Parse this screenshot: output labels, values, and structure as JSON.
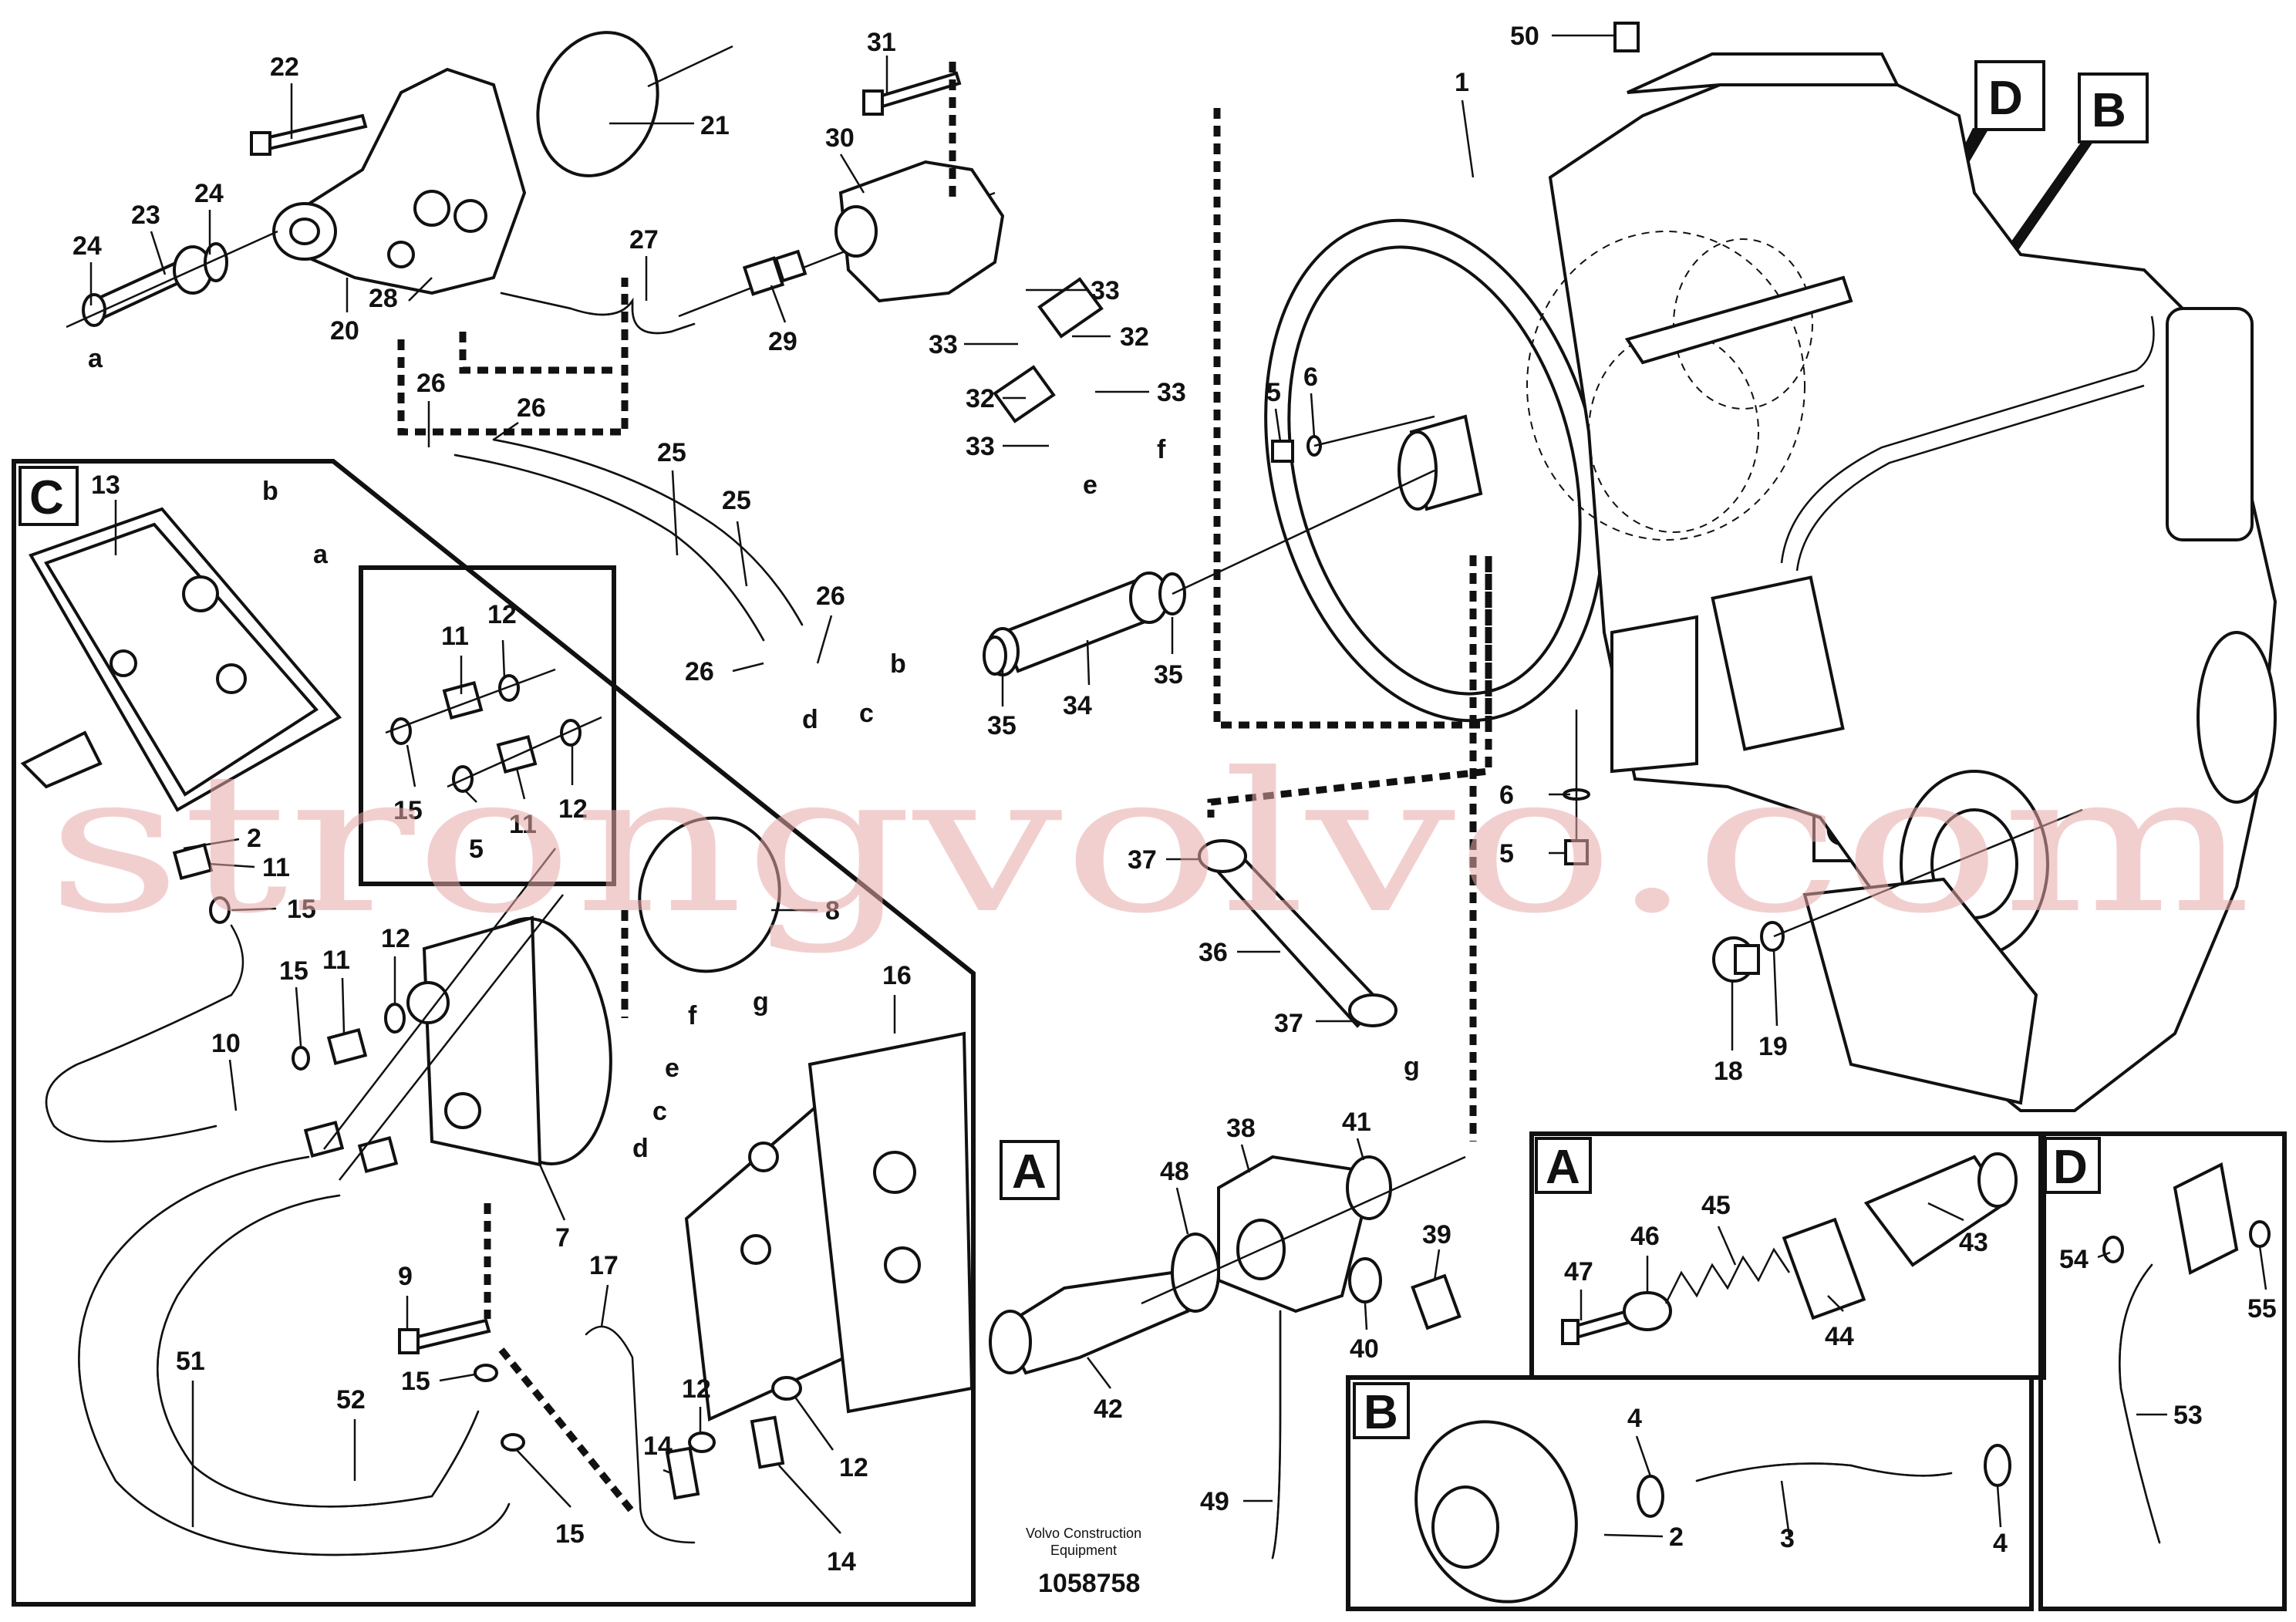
{
  "diagram": {
    "doc_caption_line1": "Volvo Construction",
    "doc_caption_line2": "Equipment",
    "doc_number": "1058758",
    "watermark": "strongvolvo.com",
    "detail_boxes": {
      "C_main": "C",
      "A_left": "A",
      "A_inset": "A",
      "B_inset": "B",
      "D_inset": "D",
      "D_callout": "D",
      "B_callout": "B",
      "C_callout": "C"
    },
    "labels": [
      {
        "id": "l50",
        "text": "50"
      },
      {
        "id": "l1",
        "text": "1"
      },
      {
        "id": "l22",
        "text": "22"
      },
      {
        "id": "l21",
        "text": "21"
      },
      {
        "id": "l31",
        "text": "31"
      },
      {
        "id": "l30",
        "text": "30"
      },
      {
        "id": "l24a",
        "text": "24"
      },
      {
        "id": "l23",
        "text": "23"
      },
      {
        "id": "l24b",
        "text": "24"
      },
      {
        "id": "l27",
        "text": "27"
      },
      {
        "id": "l28",
        "text": "28"
      },
      {
        "id": "l20",
        "text": "20"
      },
      {
        "id": "l29",
        "text": "29"
      },
      {
        "id": "l33a",
        "text": "33"
      },
      {
        "id": "l33b",
        "text": "33"
      },
      {
        "id": "l32a",
        "text": "32"
      },
      {
        "id": "l32b",
        "text": "32"
      },
      {
        "id": "l33c",
        "text": "33"
      },
      {
        "id": "l33d",
        "text": "33"
      },
      {
        "id": "la",
        "text": "a"
      },
      {
        "id": "lf1",
        "text": "f"
      },
      {
        "id": "le1",
        "text": "e"
      },
      {
        "id": "l26a",
        "text": "26"
      },
      {
        "id": "l26b",
        "text": "26"
      },
      {
        "id": "l25a",
        "text": "25"
      },
      {
        "id": "l25b",
        "text": "25"
      },
      {
        "id": "l26c",
        "text": "26"
      },
      {
        "id": "l26d",
        "text": "26"
      },
      {
        "id": "ld1",
        "text": "d"
      },
      {
        "id": "lc1",
        "text": "c"
      },
      {
        "id": "l5a",
        "text": "5"
      },
      {
        "id": "l6a",
        "text": "6"
      },
      {
        "id": "lb1",
        "text": "b"
      },
      {
        "id": "l35a",
        "text": "35"
      },
      {
        "id": "l34",
        "text": "34"
      },
      {
        "id": "l35b",
        "text": "35"
      },
      {
        "id": "l13",
        "text": "13"
      },
      {
        "id": "lb2",
        "text": "b"
      },
      {
        "id": "la2",
        "text": "a"
      },
      {
        "id": "l11a",
        "text": "11"
      },
      {
        "id": "l12a",
        "text": "12"
      },
      {
        "id": "l15a",
        "text": "15"
      },
      {
        "id": "l5b",
        "text": "5"
      },
      {
        "id": "l11b",
        "text": "11"
      },
      {
        "id": "l12b",
        "text": "12"
      },
      {
        "id": "l2a",
        "text": "2"
      },
      {
        "id": "l11c",
        "text": "11"
      },
      {
        "id": "l15b",
        "text": "15"
      },
      {
        "id": "l12c",
        "text": "12"
      },
      {
        "id": "l15c",
        "text": "15"
      },
      {
        "id": "l11d",
        "text": "11"
      },
      {
        "id": "l10",
        "text": "10"
      },
      {
        "id": "l8",
        "text": "8"
      },
      {
        "id": "lg1",
        "text": "g"
      },
      {
        "id": "l16",
        "text": "16"
      },
      {
        "id": "lf2",
        "text": "f"
      },
      {
        "id": "le2",
        "text": "e"
      },
      {
        "id": "lc2",
        "text": "c"
      },
      {
        "id": "ld2",
        "text": "d"
      },
      {
        "id": "l7",
        "text": "7"
      },
      {
        "id": "l9",
        "text": "9"
      },
      {
        "id": "l17",
        "text": "17"
      },
      {
        "id": "l51",
        "text": "51"
      },
      {
        "id": "l52",
        "text": "52"
      },
      {
        "id": "l15d",
        "text": "15"
      },
      {
        "id": "l12d",
        "text": "12"
      },
      {
        "id": "l14a",
        "text": "14"
      },
      {
        "id": "l12e",
        "text": "12"
      },
      {
        "id": "l15e",
        "text": "15"
      },
      {
        "id": "l14b",
        "text": "14"
      },
      {
        "id": "l6b",
        "text": "6"
      },
      {
        "id": "l5c",
        "text": "5"
      },
      {
        "id": "l37a",
        "text": "37"
      },
      {
        "id": "l36",
        "text": "36"
      },
      {
        "id": "l37b",
        "text": "37"
      },
      {
        "id": "lg2",
        "text": "g"
      },
      {
        "id": "l18",
        "text": "18"
      },
      {
        "id": "l19",
        "text": "19"
      },
      {
        "id": "l38",
        "text": "38"
      },
      {
        "id": "l41",
        "text": "41"
      },
      {
        "id": "l48",
        "text": "48"
      },
      {
        "id": "l39",
        "text": "39"
      },
      {
        "id": "l40",
        "text": "40"
      },
      {
        "id": "l42",
        "text": "42"
      },
      {
        "id": "l49",
        "text": "49"
      },
      {
        "id": "l45",
        "text": "45"
      },
      {
        "id": "l47",
        "text": "47"
      },
      {
        "id": "l46",
        "text": "46"
      },
      {
        "id": "l43",
        "text": "43"
      },
      {
        "id": "l44",
        "text": "44"
      },
      {
        "id": "l54",
        "text": "54"
      },
      {
        "id": "l55",
        "text": "55"
      },
      {
        "id": "l53",
        "text": "53"
      },
      {
        "id": "l4a",
        "text": "4"
      },
      {
        "id": "l2b",
        "text": "2"
      },
      {
        "id": "l3",
        "text": "3"
      },
      {
        "id": "l4b",
        "text": "4"
      }
    ]
  }
}
